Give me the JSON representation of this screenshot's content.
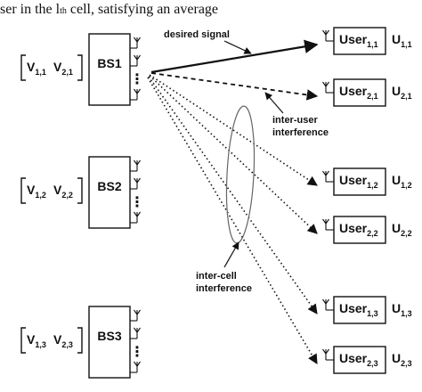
{
  "header": {
    "lead": "ser in the l",
    "sub": "th",
    "rest": " cell, satisfying an average"
  },
  "base_stations": [
    {
      "label": "BS1",
      "precoder": {
        "v1": "V",
        "v1_sub": "1,1",
        "v2": "V",
        "v2_sub": "2,1"
      }
    },
    {
      "label": "BS2",
      "precoder": {
        "v1": "V",
        "v1_sub": "1,2",
        "v2": "V",
        "v2_sub": "2,2"
      }
    },
    {
      "label": "BS3",
      "precoder": {
        "v1": "V",
        "v1_sub": "1,3",
        "v2": "V",
        "v2_sub": "2,3"
      }
    }
  ],
  "users": [
    {
      "base": "User",
      "sub": "1,1",
      "u_base": "U",
      "u_sub": "1,1"
    },
    {
      "base": "User",
      "sub": "2,1",
      "u_base": "U",
      "u_sub": "2,1"
    },
    {
      "base": "User",
      "sub": "1,2",
      "u_base": "U",
      "u_sub": "1,2"
    },
    {
      "base": "User",
      "sub": "2,2",
      "u_base": "U",
      "u_sub": "2,2"
    },
    {
      "base": "User",
      "sub": "1,3",
      "u_base": "U",
      "u_sub": "1,3"
    },
    {
      "base": "User",
      "sub": "2,3",
      "u_base": "U",
      "u_sub": "2,3"
    }
  ],
  "annotations": {
    "desired_signal": "desired signal",
    "inter_user": [
      "inter-user",
      "interference"
    ],
    "inter_cell": [
      "inter-cell",
      "interference"
    ],
    "antenna_dots": "⋮"
  }
}
